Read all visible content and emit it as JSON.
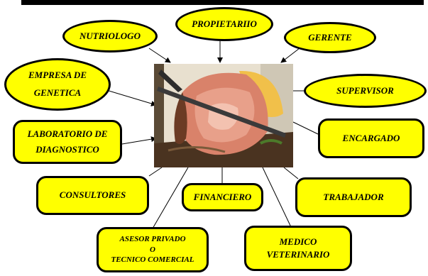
{
  "colors": {
    "node_fill": "#ffff00",
    "outline": "#000000",
    "background": "#ffffff"
  },
  "photo": {
    "icon": "ham-slicing-photo"
  },
  "nodes": {
    "nutriologo": "NUTRIOLOGO",
    "propietario": "PROPIETARIIO",
    "gerente": "GERENTE",
    "empresa_genetica": "EMPRESA DE\nGENETICA",
    "supervisor": "SUPERVISOR",
    "laboratorio": "LABORATORIO DE\nDIAGNOSTICO",
    "encargado": "ENCARGADO",
    "consultores": "CONSULTORES",
    "financiero": "FINANCIERO",
    "trabajador": "TRABAJADOR",
    "asesor": "ASESOR PRIVADO\nO\nTECNICO COMERCIAL",
    "medico": "MEDICO\nVETERINARIO"
  }
}
